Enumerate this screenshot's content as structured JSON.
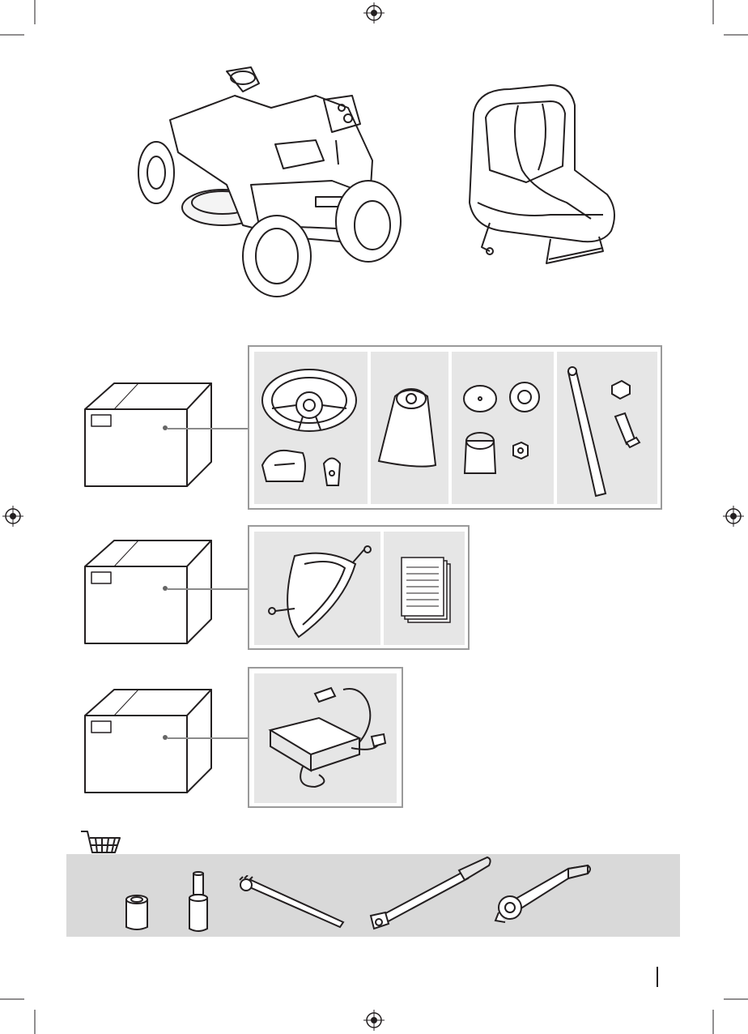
{
  "page": {
    "illustrations": {
      "mower": "riding-mower-illustration",
      "seat": "seat-illustration"
    },
    "boxes": [
      {
        "id": "box-1",
        "contents": [
          "steering-wheel",
          "steering-cover",
          "column-cover",
          "washers-and-hub",
          "shaft-and-bolt"
        ]
      },
      {
        "id": "box-2",
        "contents": [
          "grass-chute-deflector",
          "manual-documents"
        ]
      },
      {
        "id": "box-3",
        "contents": [
          "battery-charger"
        ]
      }
    ],
    "tools": {
      "cart_icon": "shopping-cart-icon",
      "items": [
        "socket",
        "socket-adapter",
        "extension-bar",
        "torque-wrench",
        "ratchet-wrench"
      ]
    },
    "colors": {
      "panel_border": "#9a9a9a",
      "cell_bg": "#e6e6e6",
      "tools_bg": "#d9d9d9",
      "line": "#231f20"
    }
  }
}
